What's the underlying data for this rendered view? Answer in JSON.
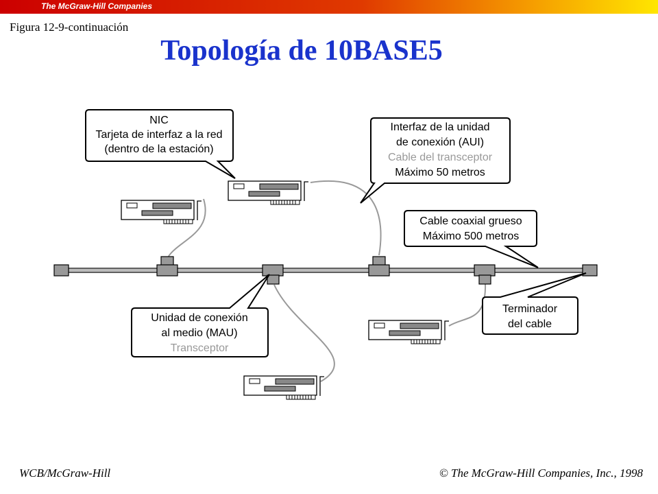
{
  "header": {
    "brand": "The McGraw-Hill Companies"
  },
  "figure_label": "Figura 12-9-continuación",
  "title": "Topología de 10BASE5",
  "callouts": {
    "nic": [
      "NIC",
      "Tarjeta de interfaz a la red",
      "(dentro de la estación)"
    ],
    "aui": [
      "Interfaz de la unidad",
      "de conexión (AUI)"
    ],
    "aui_secondary": "Cable del transceptor",
    "aui_max": "Máximo 50 metros",
    "coax": [
      "Cable coaxial grueso",
      "Máximo 500 metros"
    ],
    "mau": [
      "Unidad de conexión",
      "al medio (MAU)"
    ],
    "mau_secondary": "Transceptor",
    "terminator": [
      "Terminador",
      "del cable"
    ]
  },
  "footer": {
    "left": "WCB/McGraw-Hill",
    "right": "© The McGraw-Hill Companies, Inc., 1998"
  },
  "colors": {
    "brand_bar_left": "#cc0000",
    "brand_bar_right": "#ffe600",
    "title": "#1a33cc",
    "connector_fill": "#999999",
    "card_fill": "#888888",
    "secondary_text": "#999999"
  }
}
